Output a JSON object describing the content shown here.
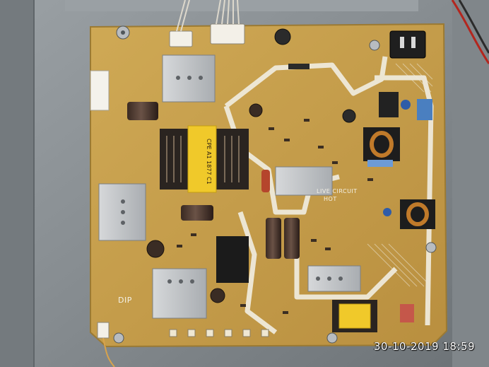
{
  "board": {
    "dip_label": "DIP",
    "live_circuit_label": "LIVE CIRCUIT",
    "hot_label": "HOT",
    "transformer_marking": "CPE A1 1877 C1"
  },
  "timestamp": "30-10-2019 18:59",
  "colors": {
    "pcb": "#c9a24f",
    "silkscreen": "#efeadb",
    "chassis": "#8e9397",
    "heatsink": "#c3c6c9",
    "transformer_tape": "#f0c92a"
  }
}
